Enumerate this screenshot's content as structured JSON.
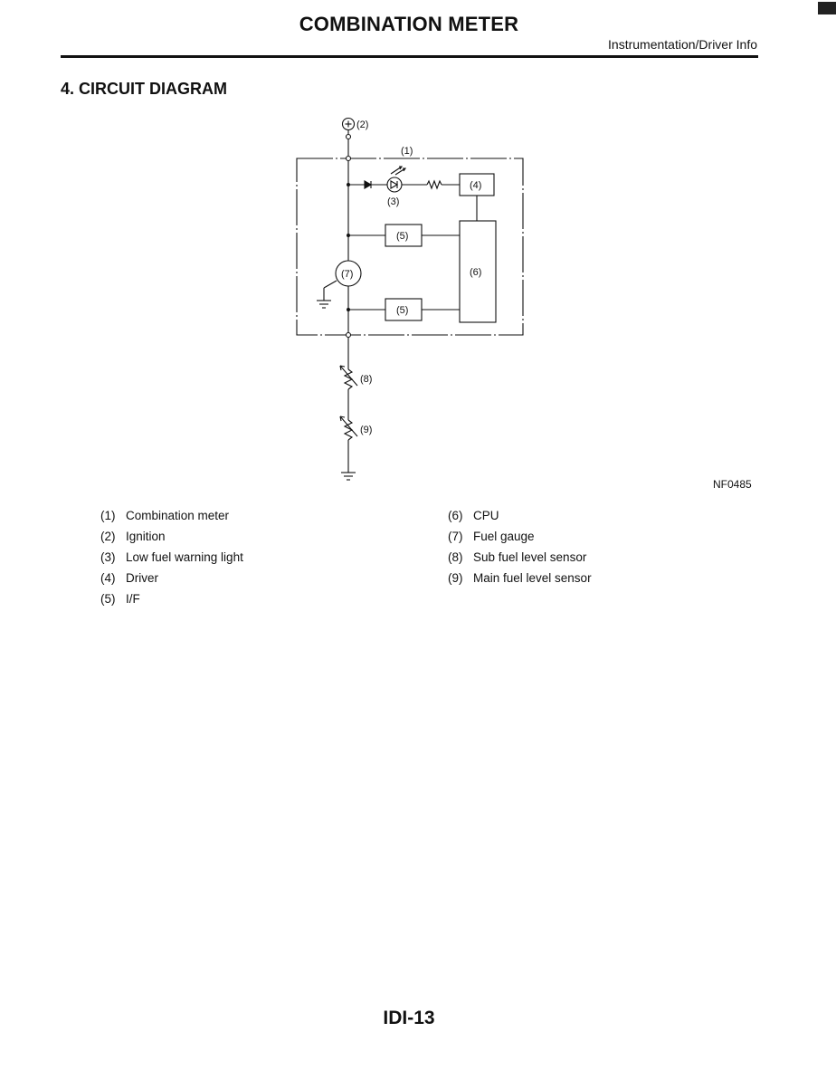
{
  "header": {
    "title": "COMBINATION METER",
    "section": "Instrumentation/Driver Info"
  },
  "heading": "4.  CIRCUIT DIAGRAM",
  "diagram": {
    "labels": {
      "c1": "(1)",
      "c2": "(2)",
      "c3": "(3)",
      "c4": "(4)",
      "c5a": "(5)",
      "c5b": "(5)",
      "c6": "(6)",
      "c7": "(7)",
      "c8": "(8)",
      "c9": "(9)"
    },
    "plus_symbol": "+"
  },
  "figure_ref": "NF0485",
  "legend_left": [
    {
      "num": "(1)",
      "text": "Combination meter"
    },
    {
      "num": "(2)",
      "text": "Ignition"
    },
    {
      "num": "(3)",
      "text": "Low fuel warning light"
    },
    {
      "num": "(4)",
      "text": "Driver"
    },
    {
      "num": "(5)",
      "text": "I/F"
    }
  ],
  "legend_right": [
    {
      "num": "(6)",
      "text": "CPU"
    },
    {
      "num": "(7)",
      "text": "Fuel gauge"
    },
    {
      "num": "(8)",
      "text": "Sub fuel level sensor"
    },
    {
      "num": "(9)",
      "text": "Main fuel level sensor"
    }
  ],
  "footer": {
    "page": "IDI-13"
  }
}
